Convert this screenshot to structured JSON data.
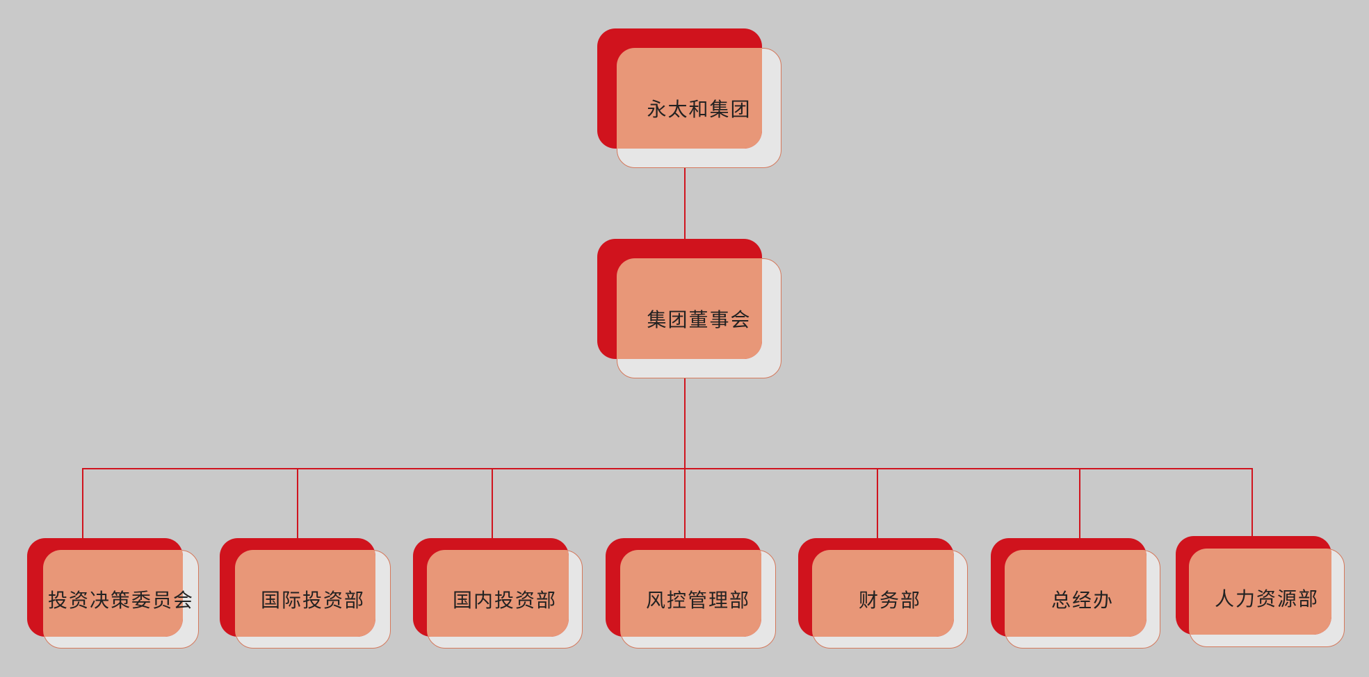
{
  "chart_title": "",
  "colors": {
    "background": "#c9c9c9",
    "accent_red": "#d0131d",
    "overlap": "#e89778",
    "card": "#e6e6e6",
    "card_border": "#d4775a",
    "connector": "#d0131d"
  },
  "root": {
    "label": "永太和集团"
  },
  "board": {
    "label": "集团董事会"
  },
  "departments": [
    {
      "label": "投资决策委员会"
    },
    {
      "label": "国际投资部"
    },
    {
      "label": "国内投资部"
    },
    {
      "label": "风控管理部"
    },
    {
      "label": "财务部"
    },
    {
      "label": "总经办"
    },
    {
      "label": "人力资源部"
    }
  ]
}
